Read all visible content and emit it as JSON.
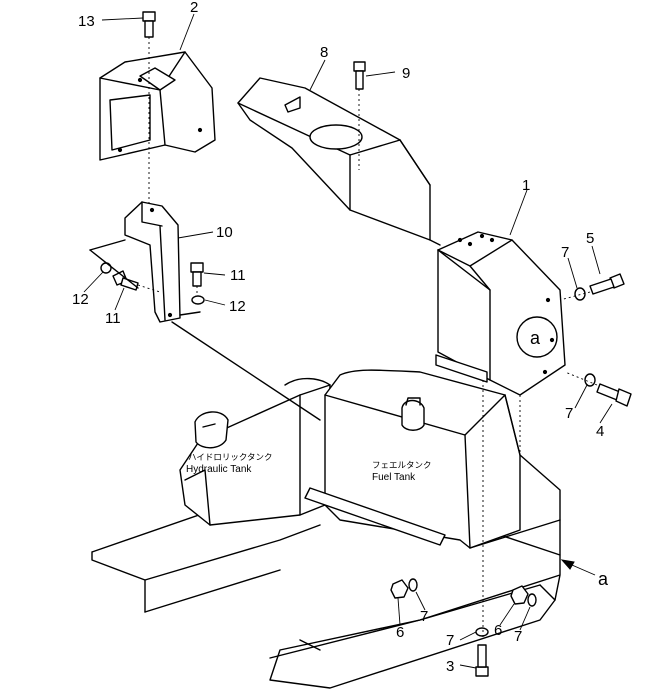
{
  "callouts": {
    "c1": "1",
    "c2": "2",
    "c3": "3",
    "c4": "4",
    "c5": "5",
    "c6a": "6",
    "c6b": "6",
    "c7a": "7",
    "c7b": "7",
    "c7c": "7",
    "c7d": "7",
    "c7e": "7",
    "c8": "8",
    "c9": "9",
    "c10": "10",
    "c11a": "11",
    "c11b": "11",
    "c12a": "12",
    "c12b": "12",
    "c13": "13"
  },
  "view_ref": {
    "arrow_label": "a",
    "circle_label": "a"
  },
  "tanks": {
    "hydraulic_jp": "ハイドロリックタンク",
    "hydraulic_en": "Hydraulic  Tank",
    "fuel_jp": "フェエルタンク",
    "fuel_en": "Fuel  Tank"
  }
}
